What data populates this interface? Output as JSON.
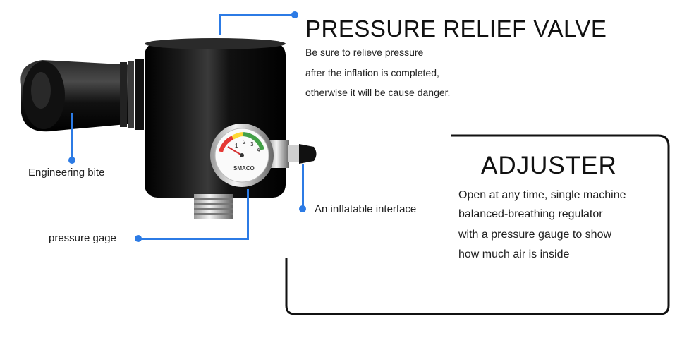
{
  "relief_valve": {
    "title": "PRESSURE RELIEF VALVE",
    "lines": [
      "Be sure to relieve pressure",
      "after the inflation is completed,",
      "otherwise it will be cause danger."
    ]
  },
  "adjuster": {
    "title": "ADJUSTER",
    "lines": [
      "Open at any time, single machine",
      "balanced-breathing regulator",
      "with a pressure gauge to show",
      "how much air is inside"
    ]
  },
  "labels": {
    "engineering_bite": "Engineering bite",
    "pressure_gage": "pressure gage",
    "inflatable_interface": "An inflatable interface"
  },
  "gauge": {
    "brand": "SMACO",
    "numbers": [
      "1",
      "2",
      "3",
      "4"
    ]
  },
  "colors": {
    "accent": "#2c7be5",
    "body": "#111111"
  }
}
